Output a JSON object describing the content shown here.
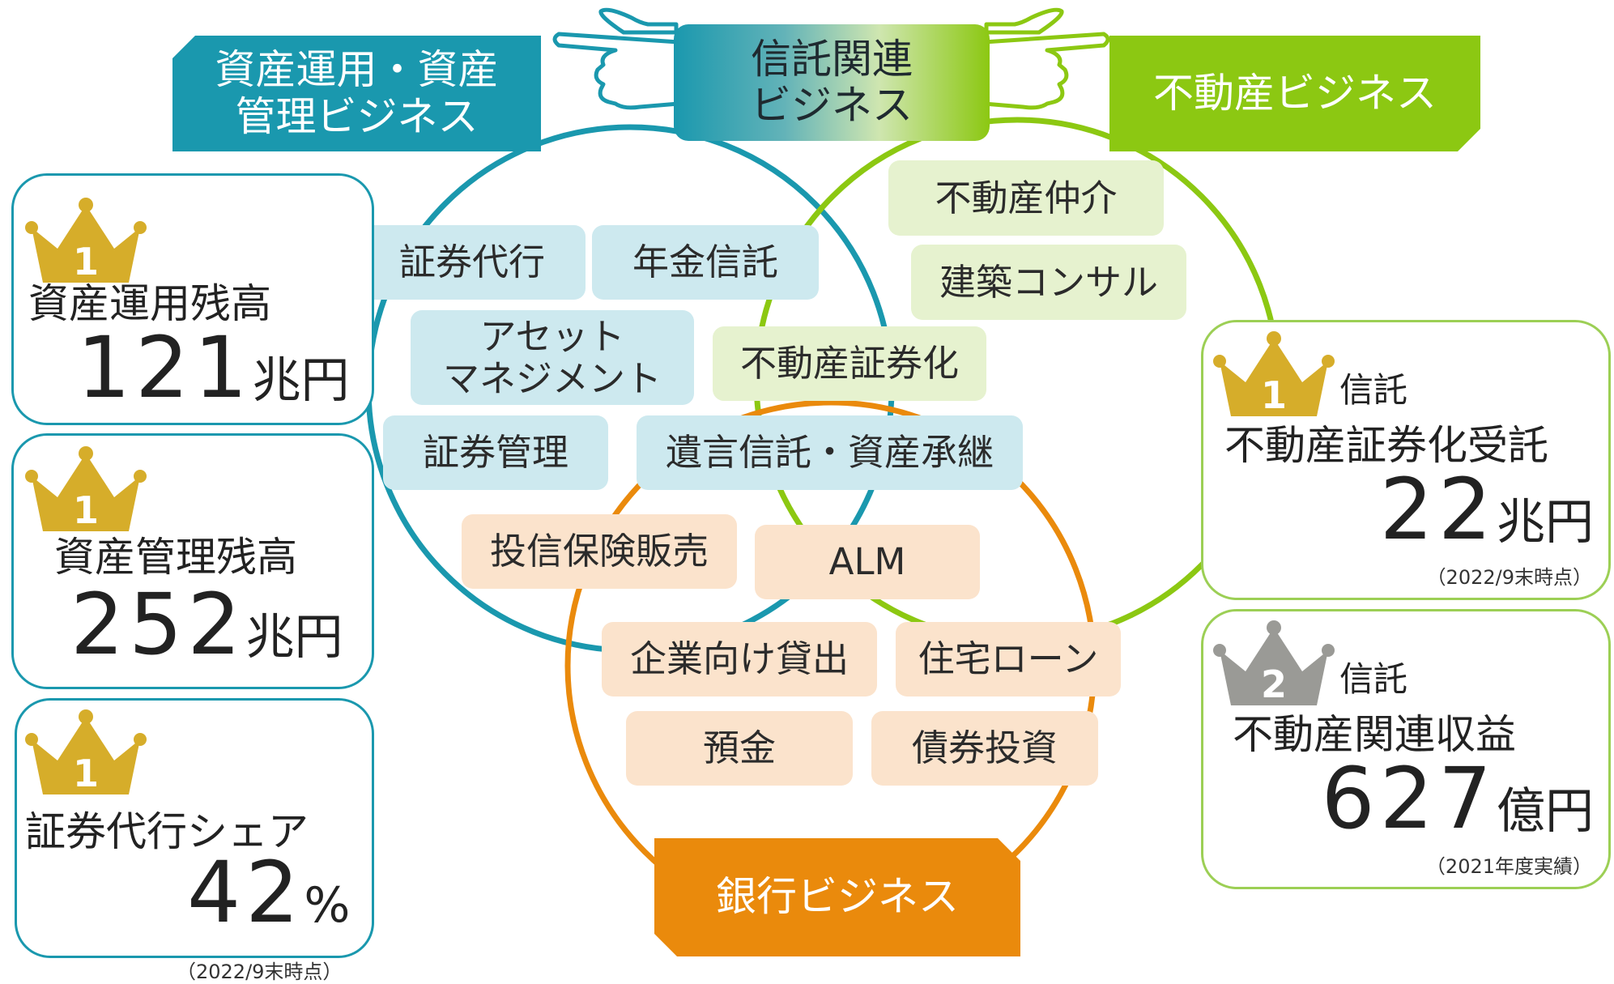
{
  "center": {
    "label": "信託関連\nビジネス"
  },
  "categories": {
    "asset_mgmt": "資産運用・資産\n管理ビジネス",
    "real_estate": "不動産ビジネス",
    "banking": "銀行ビジネス"
  },
  "tags": {
    "asset_mgmt": [
      "証券代行",
      "年金信託",
      "アセット\nマネジメント",
      "証券管理"
    ],
    "real_estate": [
      "不動産仲介",
      "建築コンサル"
    ],
    "overlap": [
      "不動産証券化",
      "遺言信託・資産承継"
    ],
    "banking": [
      "投信保険販売",
      "ALM",
      "企業向け貸出",
      "住宅ローン",
      "預金",
      "債券投資"
    ]
  },
  "stats": [
    {
      "rank": "1",
      "label": "資産運用残高",
      "value": "121",
      "unit": "兆円",
      "note": ""
    },
    {
      "rank": "1",
      "label": "資産管理残高",
      "value": "252",
      "unit": "兆円",
      "note": ""
    },
    {
      "rank": "1",
      "label": "証券代行シェア",
      "value": "42",
      "unit": "%",
      "note": "（2022/9末時点）"
    },
    {
      "rank": "1",
      "prefix": "信託",
      "label": "不動産証券化受託",
      "value": "22",
      "unit": "兆円",
      "note": "（2022/9末時点）"
    },
    {
      "rank": "2",
      "prefix": "信託",
      "label": "不動産関連収益",
      "value": "627",
      "unit": "億円",
      "note": "（2021年度実績）"
    }
  ],
  "colors": {
    "asset_mgmt": "#1a98ae",
    "real_estate": "#8cc812",
    "banking": "#ea8a0c",
    "gold_crown": "#d6ad2a",
    "silver_crown": "#9a9a96"
  },
  "icons": [
    "pointing-hand-icon",
    "crown-icon"
  ]
}
